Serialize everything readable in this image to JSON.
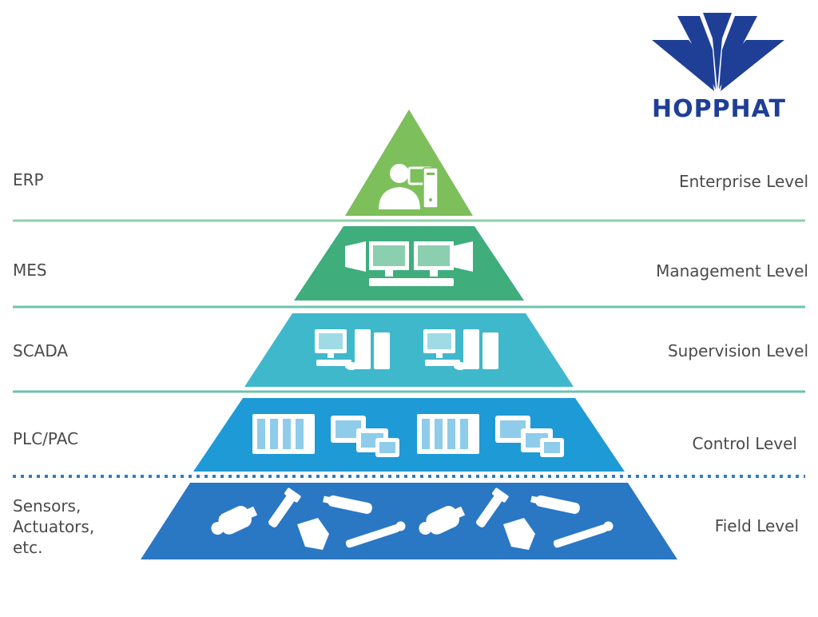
{
  "brand": {
    "name": "HOPPHAT",
    "color": "#1f3f96"
  },
  "levels": [
    {
      "system": "ERP",
      "level": "Enterprise Level",
      "color": "#7dbf5b",
      "icon": "enterprise-user-computer-icon"
    },
    {
      "system": "MES",
      "level": "Management Level",
      "color": "#3fad7c",
      "icon": "multi-monitor-workstation-icon"
    },
    {
      "system": "SCADA",
      "level": "Supervision Level",
      "color": "#3fb8cc",
      "icon": "computer-server-icon"
    },
    {
      "system": "PLC/PAC",
      "level": "Control Level",
      "color": "#1e9ad6",
      "icon": "plc-controller-icon"
    },
    {
      "system": "Sensors,\nActuators,\netc.",
      "level": "Field Level",
      "color": "#2a77c4",
      "icon": "sensor-actuator-icon"
    }
  ],
  "separator_color": "#7fc6bd",
  "dotted_separator_color": "#2f7fc1"
}
